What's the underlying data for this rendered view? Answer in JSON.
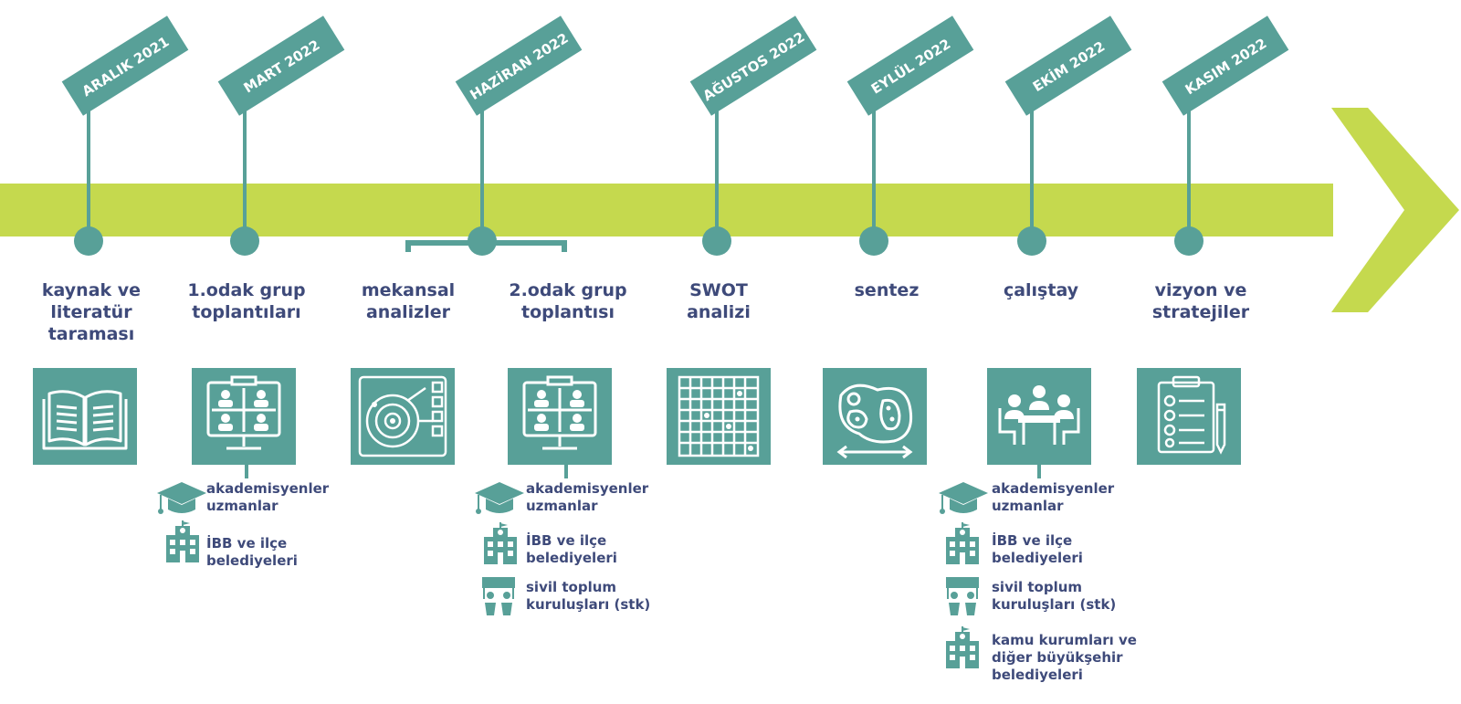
{
  "colors": {
    "teal": "#58a098",
    "lime": "#c5d94e",
    "navy": "#3e4a7a"
  },
  "dates": [
    "ARALIK 2021",
    "MART 2022",
    "HAZİRAN 2022",
    "AĞUSTOS 2022",
    "EYLÜL 2022",
    "EKİM 2022",
    "KASIM 2022"
  ],
  "stages": [
    {
      "label": "kaynak ve\nliteratür\ntaraması",
      "icon": "open-book-icon"
    },
    {
      "label": "1.odak grup\ntoplantıları",
      "icon": "video-conference-icon"
    },
    {
      "label": "mekansal\nanalizler",
      "icon": "spatial-analysis-icon"
    },
    {
      "label": "2.odak grup\ntoplantısı",
      "icon": "video-conference-icon"
    },
    {
      "label": "SWOT\nanalizi",
      "icon": "grid-matrix-icon"
    },
    {
      "label": "sentez",
      "icon": "synthesis-icon"
    },
    {
      "label": "çalıştay",
      "icon": "workshop-meeting-icon"
    },
    {
      "label": "vizyon ve\nstratejiler",
      "icon": "checklist-icon"
    }
  ],
  "stakeholders": {
    "academics": "akademisyenler\nuzmanlar",
    "municipalities": "İBB ve ilçe\nbelediyeleri",
    "ngos": "sivil toplum\nkuruluşları (stk)",
    "public_institutions": "kamu kurumları ve\ndiğer büyükşehir\nbelediyeleri"
  }
}
